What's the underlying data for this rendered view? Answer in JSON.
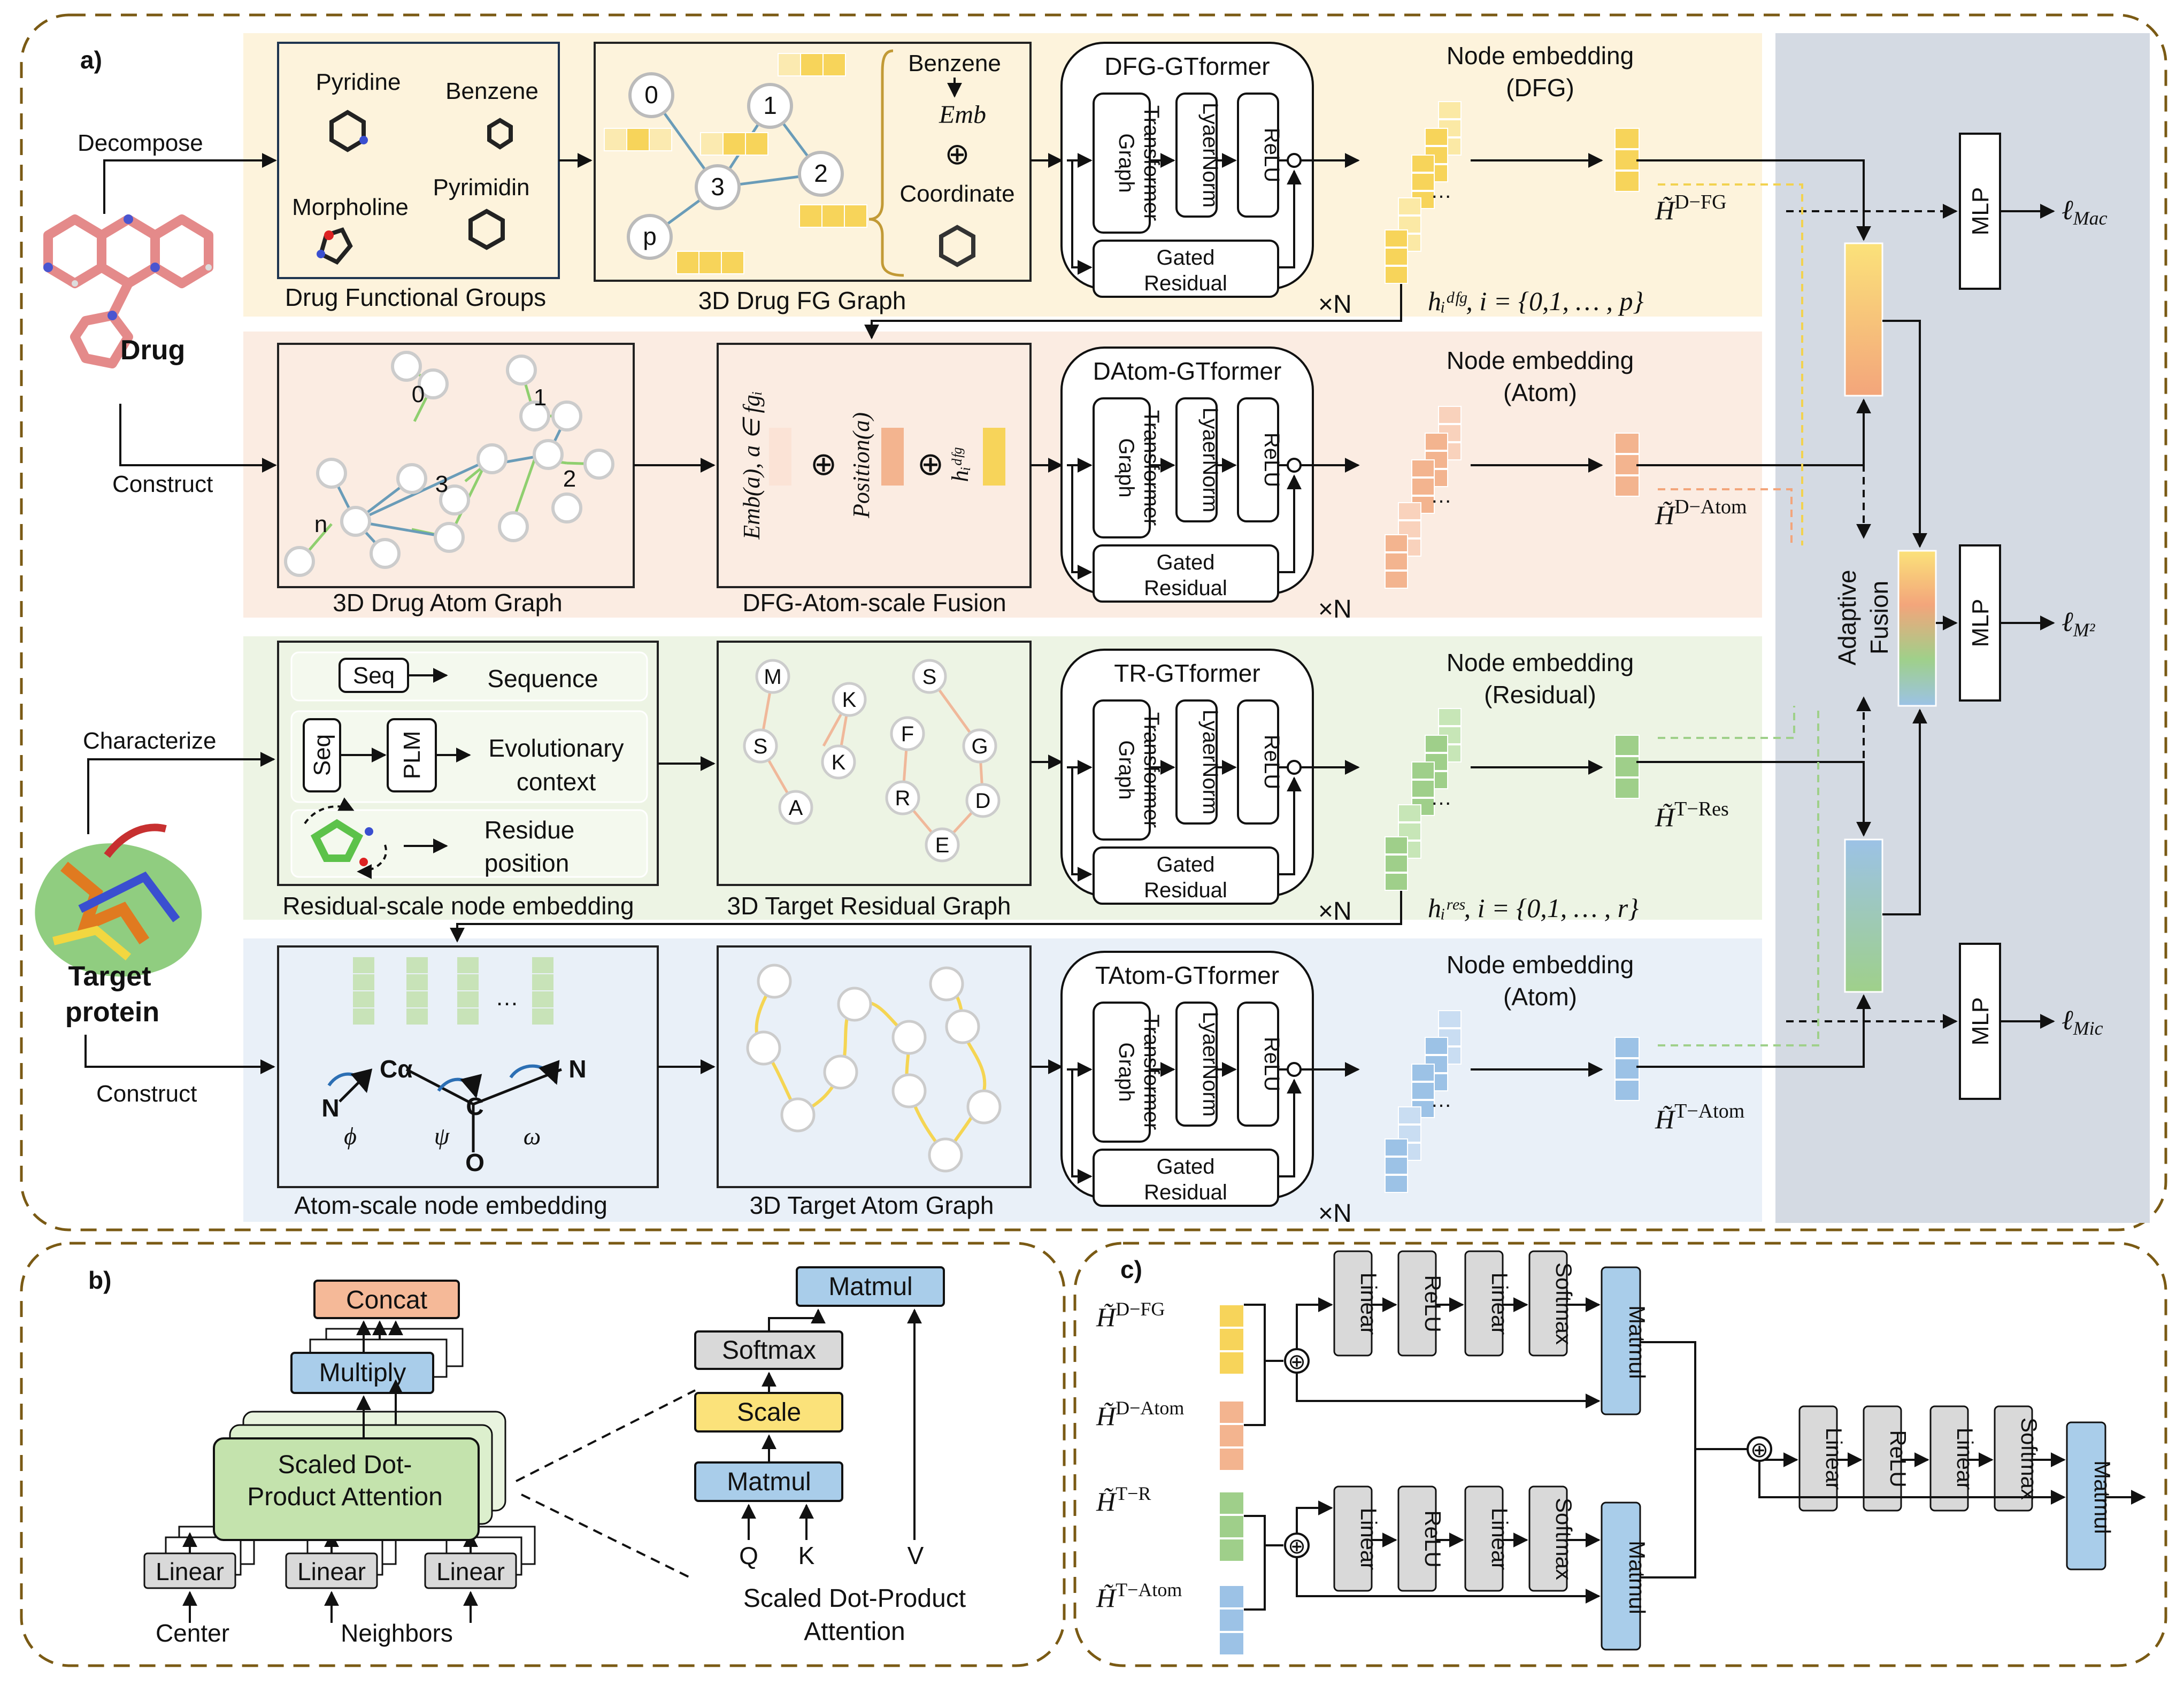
{
  "panels": {
    "a": "a)",
    "b": "b)",
    "c": "c)"
  },
  "drug_side": {
    "decompose": "Decompose",
    "construct": "Construct",
    "drug": "Drug"
  },
  "target_side": {
    "characterize": "Characterize",
    "construct": "Construct",
    "target_line1": "Target",
    "target_line2": "protein"
  },
  "fg_box": {
    "pyridine": "Pyridine",
    "benzene": "Benzene",
    "morpholine": "Morpholine",
    "pyrimidin": "Pyrimidin",
    "caption": "Drug Functional Groups"
  },
  "fg_graph": {
    "nodes": [
      "0",
      "1",
      "2",
      "3",
      "p"
    ],
    "benzene": "Benzene",
    "emb": "Emb",
    "oplus": "⊕",
    "coordinate": "Coordinate",
    "caption": "3D Drug FG Graph"
  },
  "atom_graph": {
    "nodes": [
      "0",
      "1",
      "2",
      "3",
      "n"
    ],
    "caption": "3D Drug Atom Graph"
  },
  "fusion_box": {
    "emb": "Emb(a), a ∈ fgᵢ",
    "oplus": "⊕",
    "position": "Position(a)",
    "h": "hᵢᵈᶠᵍ",
    "caption": "DFG-Atom-scale Fusion"
  },
  "gt_blocks": [
    {
      "title": "DFG-GTformer"
    },
    {
      "title": "DAtom-GTformer"
    },
    {
      "title": "TR-GTformer"
    },
    {
      "title": "TAtom-GTformer"
    }
  ],
  "gt_labels": {
    "graph": "Graph",
    "transformer": "Transformer",
    "layernorm": "LyaerNorm",
    "relu": "ReLU",
    "gated": "Gated",
    "residual": "Residual",
    "times_n": "×N"
  },
  "node_embeddings": [
    {
      "line1": "Node embedding",
      "line2": "(DFG)",
      "h_label": "H̃",
      "h_sup": "D−FG",
      "hi_label": "hᵢᵈᶠᵍ, i = {0,1, … , p}"
    },
    {
      "line1": "Node embedding",
      "line2": "(Atom)",
      "h_label": "H̃",
      "h_sup": "D−Atom",
      "hi_label": ""
    },
    {
      "line1": "Node embedding",
      "line2": "(Residual)",
      "h_label": "H̃",
      "h_sup": "T−Res",
      "hi_label": "hᵢʳᵉˢ, i = {0,1, … , r}"
    },
    {
      "line1": "Node embedding",
      "line2": "(Atom)",
      "h_label": "H̃",
      "h_sup": "T−Atom",
      "hi_label": ""
    }
  ],
  "residual_embed": {
    "seq": "Seq",
    "sequence": "Sequence",
    "plm": "PLM",
    "evo1": "Evolutionary",
    "evo2": "context",
    "res1": "Residue",
    "res2": "position",
    "caption": "Residual-scale node embedding"
  },
  "target_res_graph": {
    "nodes": [
      "M",
      "S",
      "A",
      "K",
      "K",
      "S",
      "F",
      "G",
      "R",
      "D",
      "E"
    ],
    "caption": "3D Target Residual Graph"
  },
  "atom_embed": {
    "dots": "…",
    "ca": "Cα",
    "n1": "N",
    "c": "C",
    "n2": "N",
    "o": "O",
    "phi": "ϕ",
    "psi": "ψ",
    "omega": "ω",
    "caption": "Atom-scale node embedding"
  },
  "target_atom_graph": {
    "caption": "3D Target Atom Graph"
  },
  "fusion_panel": {
    "mlp": "MLP",
    "adaptive": "Adaptive",
    "fusion": "Fusion",
    "loss_mac": "ℓ",
    "loss_mac_sub": "Mac",
    "loss_m2": "ℓ",
    "loss_m2_sub": "M²",
    "loss_mic": "ℓ",
    "loss_mic_sub": "Mic"
  },
  "panel_b": {
    "concat": "Concat",
    "multiply": "Multiply",
    "sdpa1": "Scaled Dot-",
    "sdpa2": "Product Attention",
    "linear": "Linear",
    "center": "Center",
    "neighbors": "Neighbors",
    "matmul": "Matmul",
    "softmax": "Softmax",
    "scale": "Scale",
    "q": "Q",
    "k": "K",
    "v": "V",
    "cap1": "Scaled Dot-Product",
    "cap2": "Attention"
  },
  "panel_c": {
    "h_dfg": "D−FG",
    "h_datom": "D−Atom",
    "h_tr": "T−R",
    "h_tatom": "T−Atom",
    "h": "H̃",
    "linear": "Linear",
    "relu": "ReLU",
    "softmax": "Softmax",
    "matmul": "Matmul"
  },
  "colors": {
    "dfg_bg": "#fdf3dc",
    "atom_bg": "#fbece2",
    "res_bg": "#edf4e4",
    "tatom_bg": "#e9f0f8",
    "fusion_bg": "#d4dae3",
    "border": "#7a5a14",
    "yellow": "#f7d45a",
    "orange": "#f3b48f",
    "green": "#9fcf8a",
    "blue": "#9cc2e6"
  }
}
